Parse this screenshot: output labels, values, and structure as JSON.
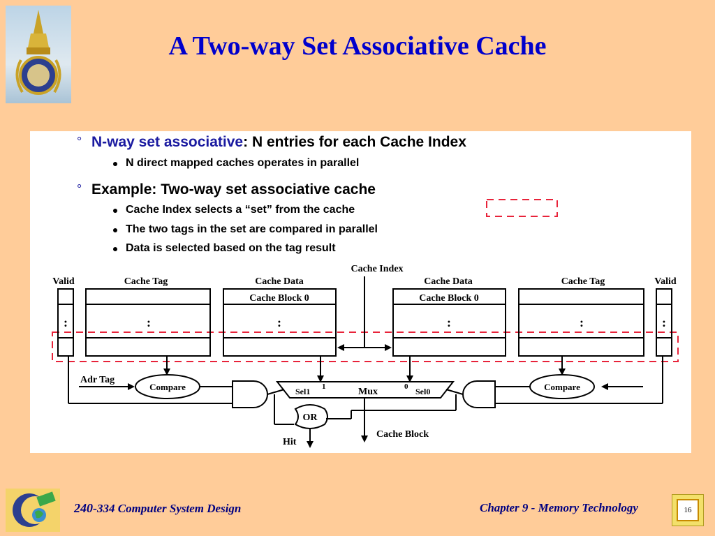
{
  "slide": {
    "title": "A Two-way Set Associative Cache",
    "bullets": {
      "b1_highlight": "N-way set associative",
      "b1_rest": ": N entries for each Cache Index",
      "b1_sub": "N direct mapped caches operates in parallel",
      "b2": "Example: Two-way set associative cache",
      "b2_subs": [
        "Cache Index selects a “set” from the cache",
        "The two tags in the set are compared in parallel",
        "Data is selected based on the tag result"
      ]
    },
    "diagram": {
      "cache_index": "Cache Index",
      "valid_left": "Valid",
      "valid_right": "Valid",
      "cache_tag_left": "Cache Tag",
      "cache_tag_right": "Cache Tag",
      "cache_data_left": "Cache Data",
      "cache_data_right": "Cache Data",
      "cache_block_left": "Cache Block 0",
      "cache_block_right": "Cache Block 0",
      "ellipsis": ":",
      "adr_tag": "Adr Tag",
      "compare_left": "Compare",
      "compare_right": "Compare",
      "sel1": "Sel1",
      "sel1_num": "1",
      "mux": "Mux",
      "sel0_num": "0",
      "sel0": "Sel0",
      "or": "OR",
      "hit": "Hit",
      "cache_block_out": "Cache Block"
    },
    "footer": {
      "course_num": "240-",
      "course_rest": "334 Computer System Design",
      "chapter": "Chapter 9 - Memory Technology",
      "page": "16"
    },
    "colors": {
      "background": "#ffcc99",
      "title": "#0000cc",
      "highlight": "#1a1aa0",
      "dashed": "#e8233a"
    }
  }
}
